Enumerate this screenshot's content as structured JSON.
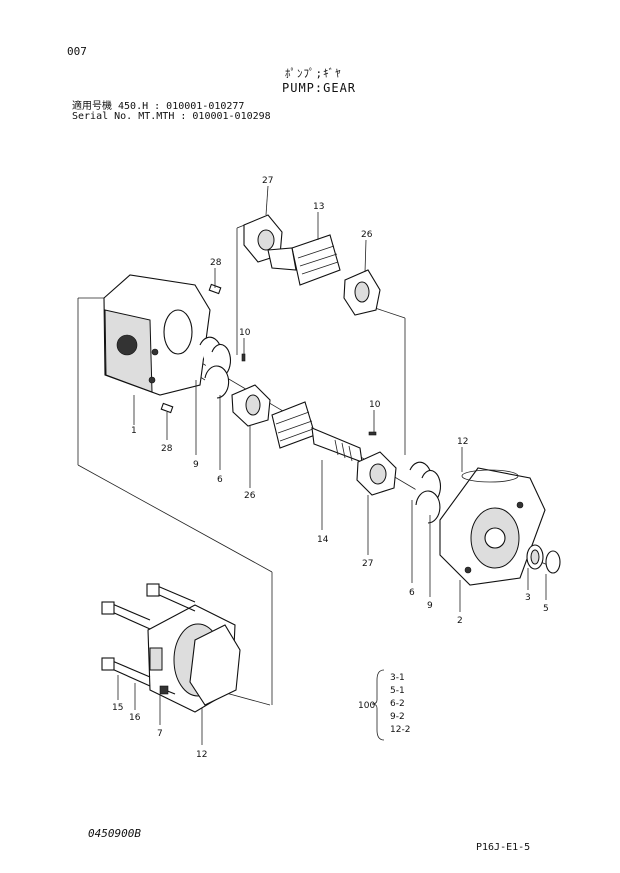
{
  "header": {
    "page_number": "007",
    "title_jp": "ﾎﾟﾝﾌﾟ;ｷﾞﾔ",
    "title_en": "PUMP:GEAR",
    "serial_line1": "適用号機  450.H : 010001-010277",
    "serial_line2": "Serial No. MT.MTH : 010001-010298"
  },
  "callouts": [
    "27",
    "13",
    "26",
    "28",
    "10",
    "1",
    "28",
    "9",
    "6",
    "26",
    "10",
    "14",
    "12",
    "27",
    "6",
    "9",
    "2",
    "3",
    "5",
    "15",
    "16",
    "7",
    "12"
  ],
  "kit": {
    "number": "100",
    "items": [
      "3-1",
      "5-1",
      "6-2",
      "9-2",
      "12-2"
    ]
  },
  "footer": {
    "doc_code": "0450900B",
    "page_ref": "P16J-E1-5"
  }
}
